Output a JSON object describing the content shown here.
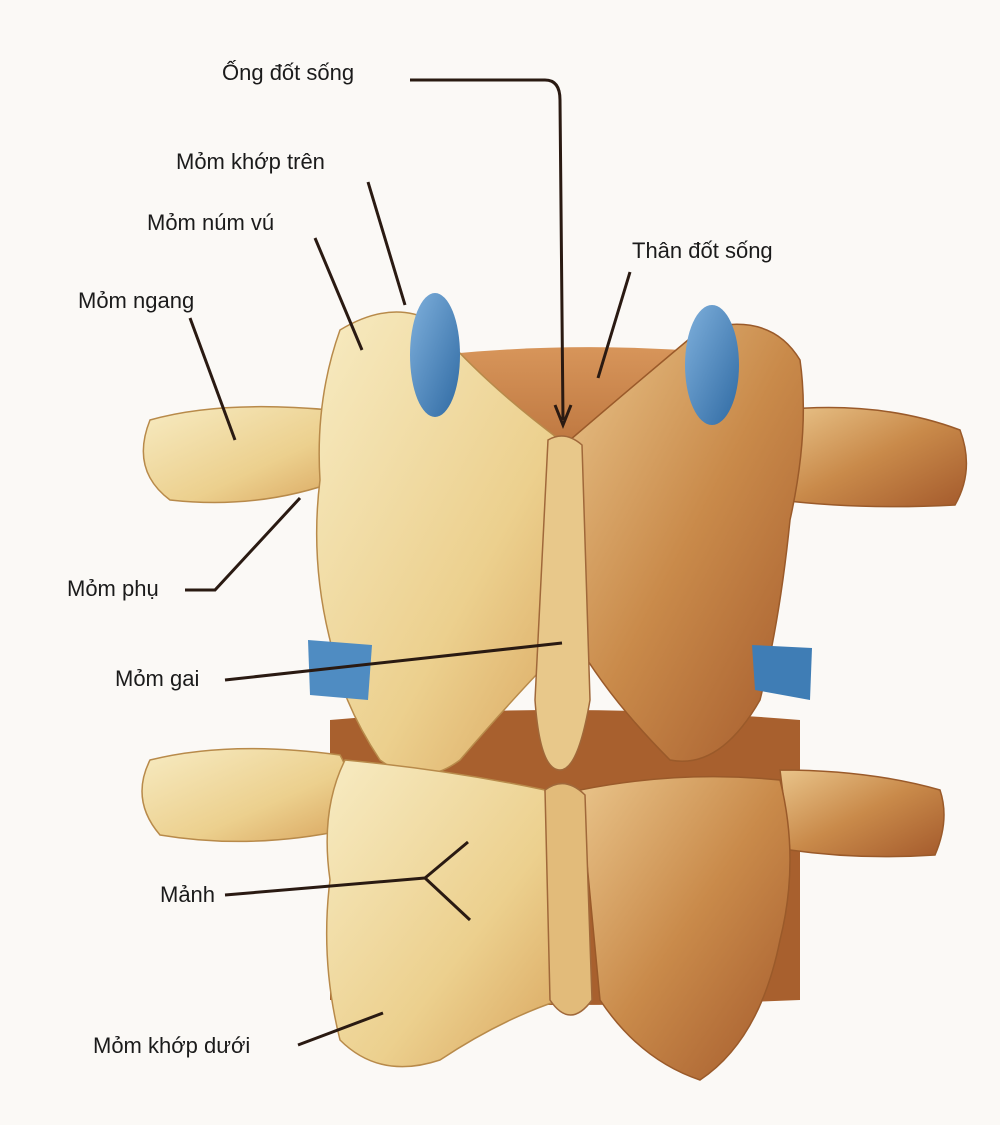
{
  "labels": {
    "ong_dot_song": "Ống đốt sống",
    "mom_khop_tren": "Mỏm khớp trên",
    "mom_num_vu": "Mỏm núm vú",
    "mom_ngang": "Mỏm ngang",
    "than_dot_song": "Thân đốt sống",
    "mom_phu": "Mỏm phụ",
    "mom_gai": "Mỏm gai",
    "manh": "Mảnh",
    "mom_khop_duoi": "Mỏm khớp dưới"
  },
  "colors": {
    "bone_light": "#f2deA0",
    "bone_mid": "#e8c27a",
    "bone_shadow": "#c98a4a",
    "bone_dark": "#a8592a",
    "cartilage_blue": "#3d7fb8",
    "disc_blue": "#5a8fc4",
    "leader_line": "#2a1a12"
  }
}
